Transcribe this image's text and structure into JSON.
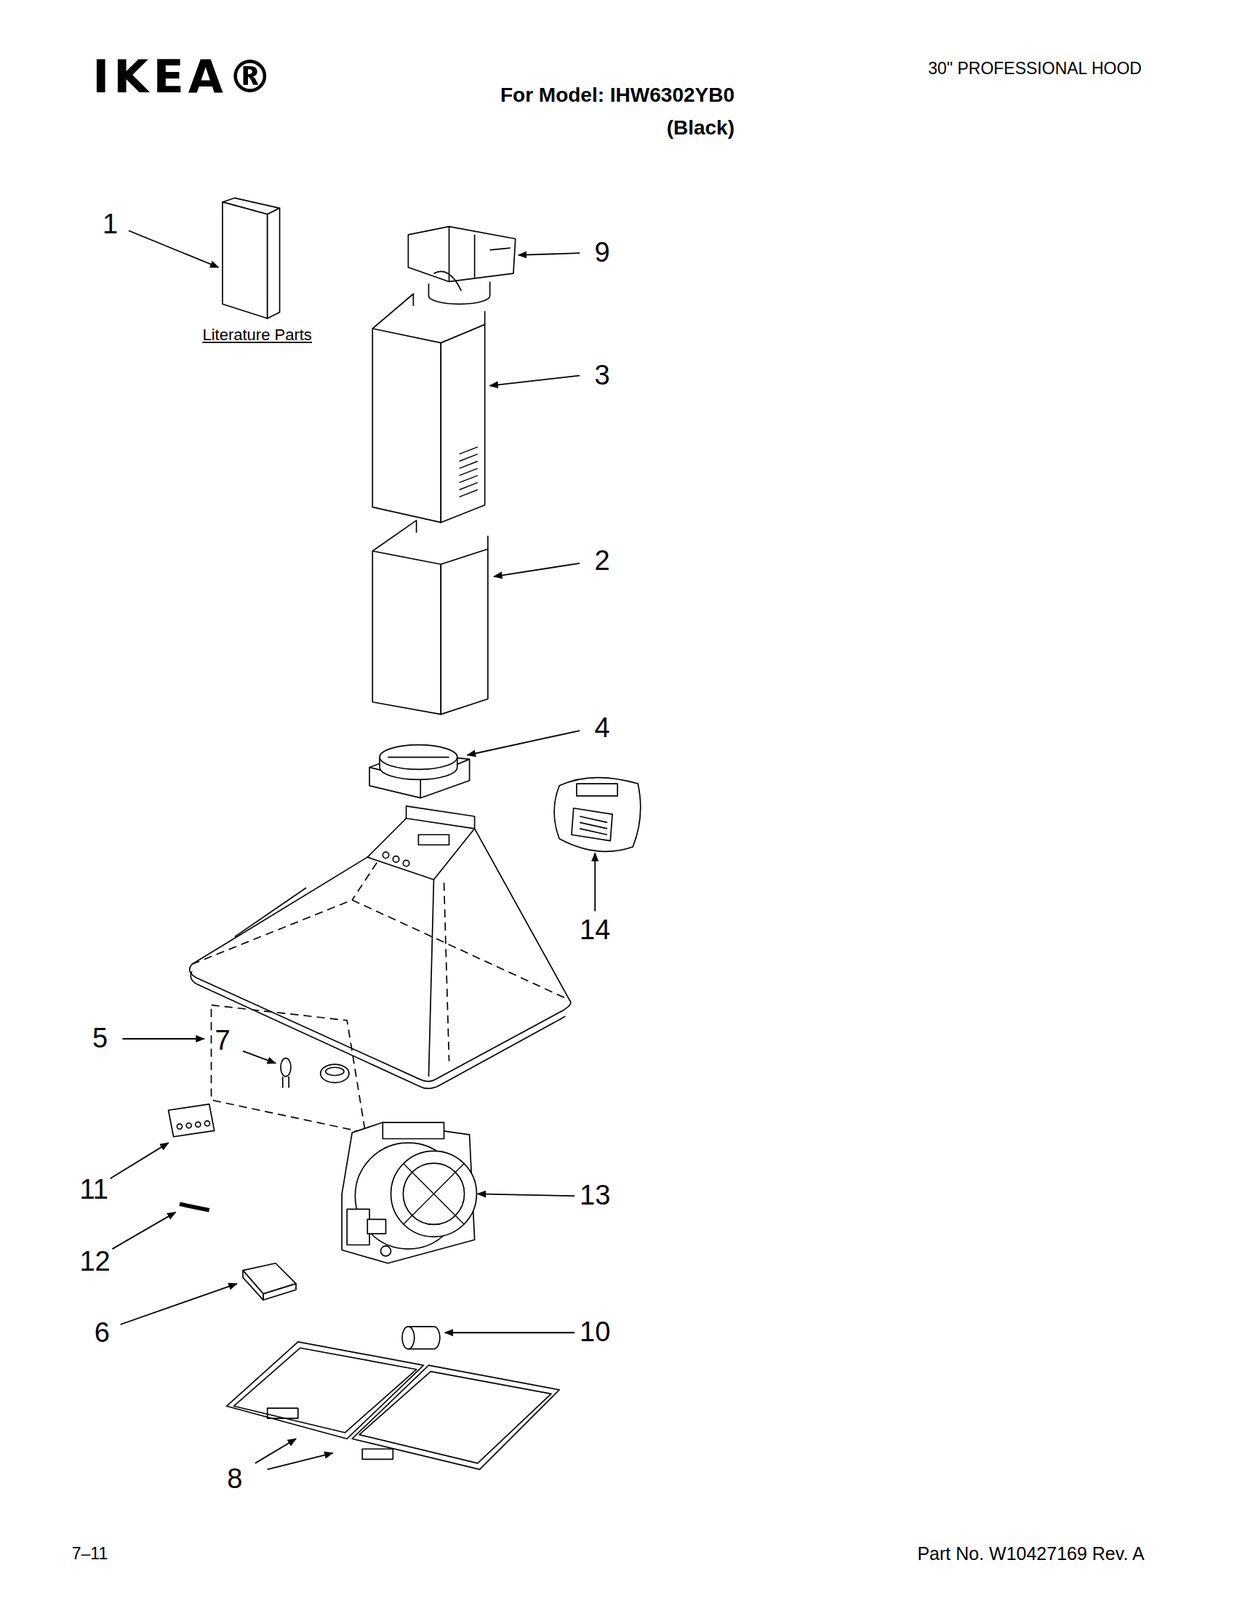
{
  "diagram": {
    "title": "For Model: IHW6302YB0 (Black)",
    "labels": [
      "IKEA®",
      "30\" PROFESSIONAL HOOD",
      "1",
      "Literature Parts",
      "9",
      "3",
      "2",
      "4",
      "14",
      "5",
      "7",
      "11",
      "13",
      "12",
      "6",
      "10",
      "8",
      "7–11",
      "Part No. W10427169 Rev. A"
    ]
  }
}
